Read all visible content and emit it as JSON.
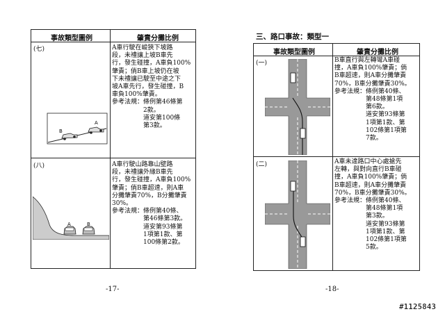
{
  "left_page": {
    "header": {
      "col1": "事故類型圖例",
      "col2": "肇責分攤比例"
    },
    "rows": [
      {
        "num": "(七)",
        "lines": [
          "A車行駛在峻狹下坡路",
          "段，未禮讓上坡B車先",
          "行，發生碰撞，A車負100%",
          "肇責；倘B車上坡仍在坡",
          "下未禮讓已駛至中途之下",
          "坡A車先行，發生碰撞，B",
          "車負100%肇責。",
          "參考法規：條例第46條第",
          "　　　　　2款。",
          "　　　　　道安第100條",
          "　　　　　第3款。"
        ],
        "labels": {
          "a": "A",
          "b": "B"
        }
      },
      {
        "num": "(八)",
        "lines": [
          "A車行駛山路靠山壁路",
          "段，未禮讓外緣B車先",
          "行，發生碰撞，A車負100%",
          "肇責；倘B車超速，則A車",
          "分攤肇責70%，B分攤肇責",
          "30%。",
          "參考法規：條例第40條、",
          "　　　　　第46條第3款。",
          "　　　　　道安第93條第",
          "　　　　　1項第1款、第",
          "　　　　　100條第2款。"
        ],
        "labels": {
          "a": "A",
          "b": "B"
        }
      }
    ],
    "page_number": "-17-"
  },
  "right_page": {
    "section_title": "三、路口事故：類型一",
    "header": {
      "col1": "事故類型圖例",
      "col2": "肇責分攤比例"
    },
    "rows": [
      {
        "num": "(一)",
        "lines": [
          "B車直行與左轉彎A車碰",
          "撞，A車負100%肇責；倘",
          "B車超速，則A車分攤肇責",
          "70%，B車分攤肇責30%。",
          "參考法規：條例第40條、",
          "　　　　　第48條第1項",
          "　　　　　第6款。",
          "　　　　　道安第93條第",
          "　　　　　1項第1款、第",
          "　　　　　102條第1項第",
          "　　　　　7款。"
        ]
      },
      {
        "num": "(二)",
        "lines": [
          "A車未達路口中心處搶先",
          "左轉，與對向直行B車碰",
          "撞，A車負100%肇責；倘",
          "B車超速，則A車分攤肇責",
          "70%，B車分攤肇責30%。",
          "參考法規：條例第40條、",
          "　　　　　第48條第1項",
          "　　　　　第3款。",
          "　　　　　道安第93條第",
          "　　　　　1項第1款、第",
          "　　　　　102條第1項第",
          "　　　　　5款。"
        ]
      }
    ],
    "page_number": "-18-"
  },
  "stamp": "#1125843"
}
